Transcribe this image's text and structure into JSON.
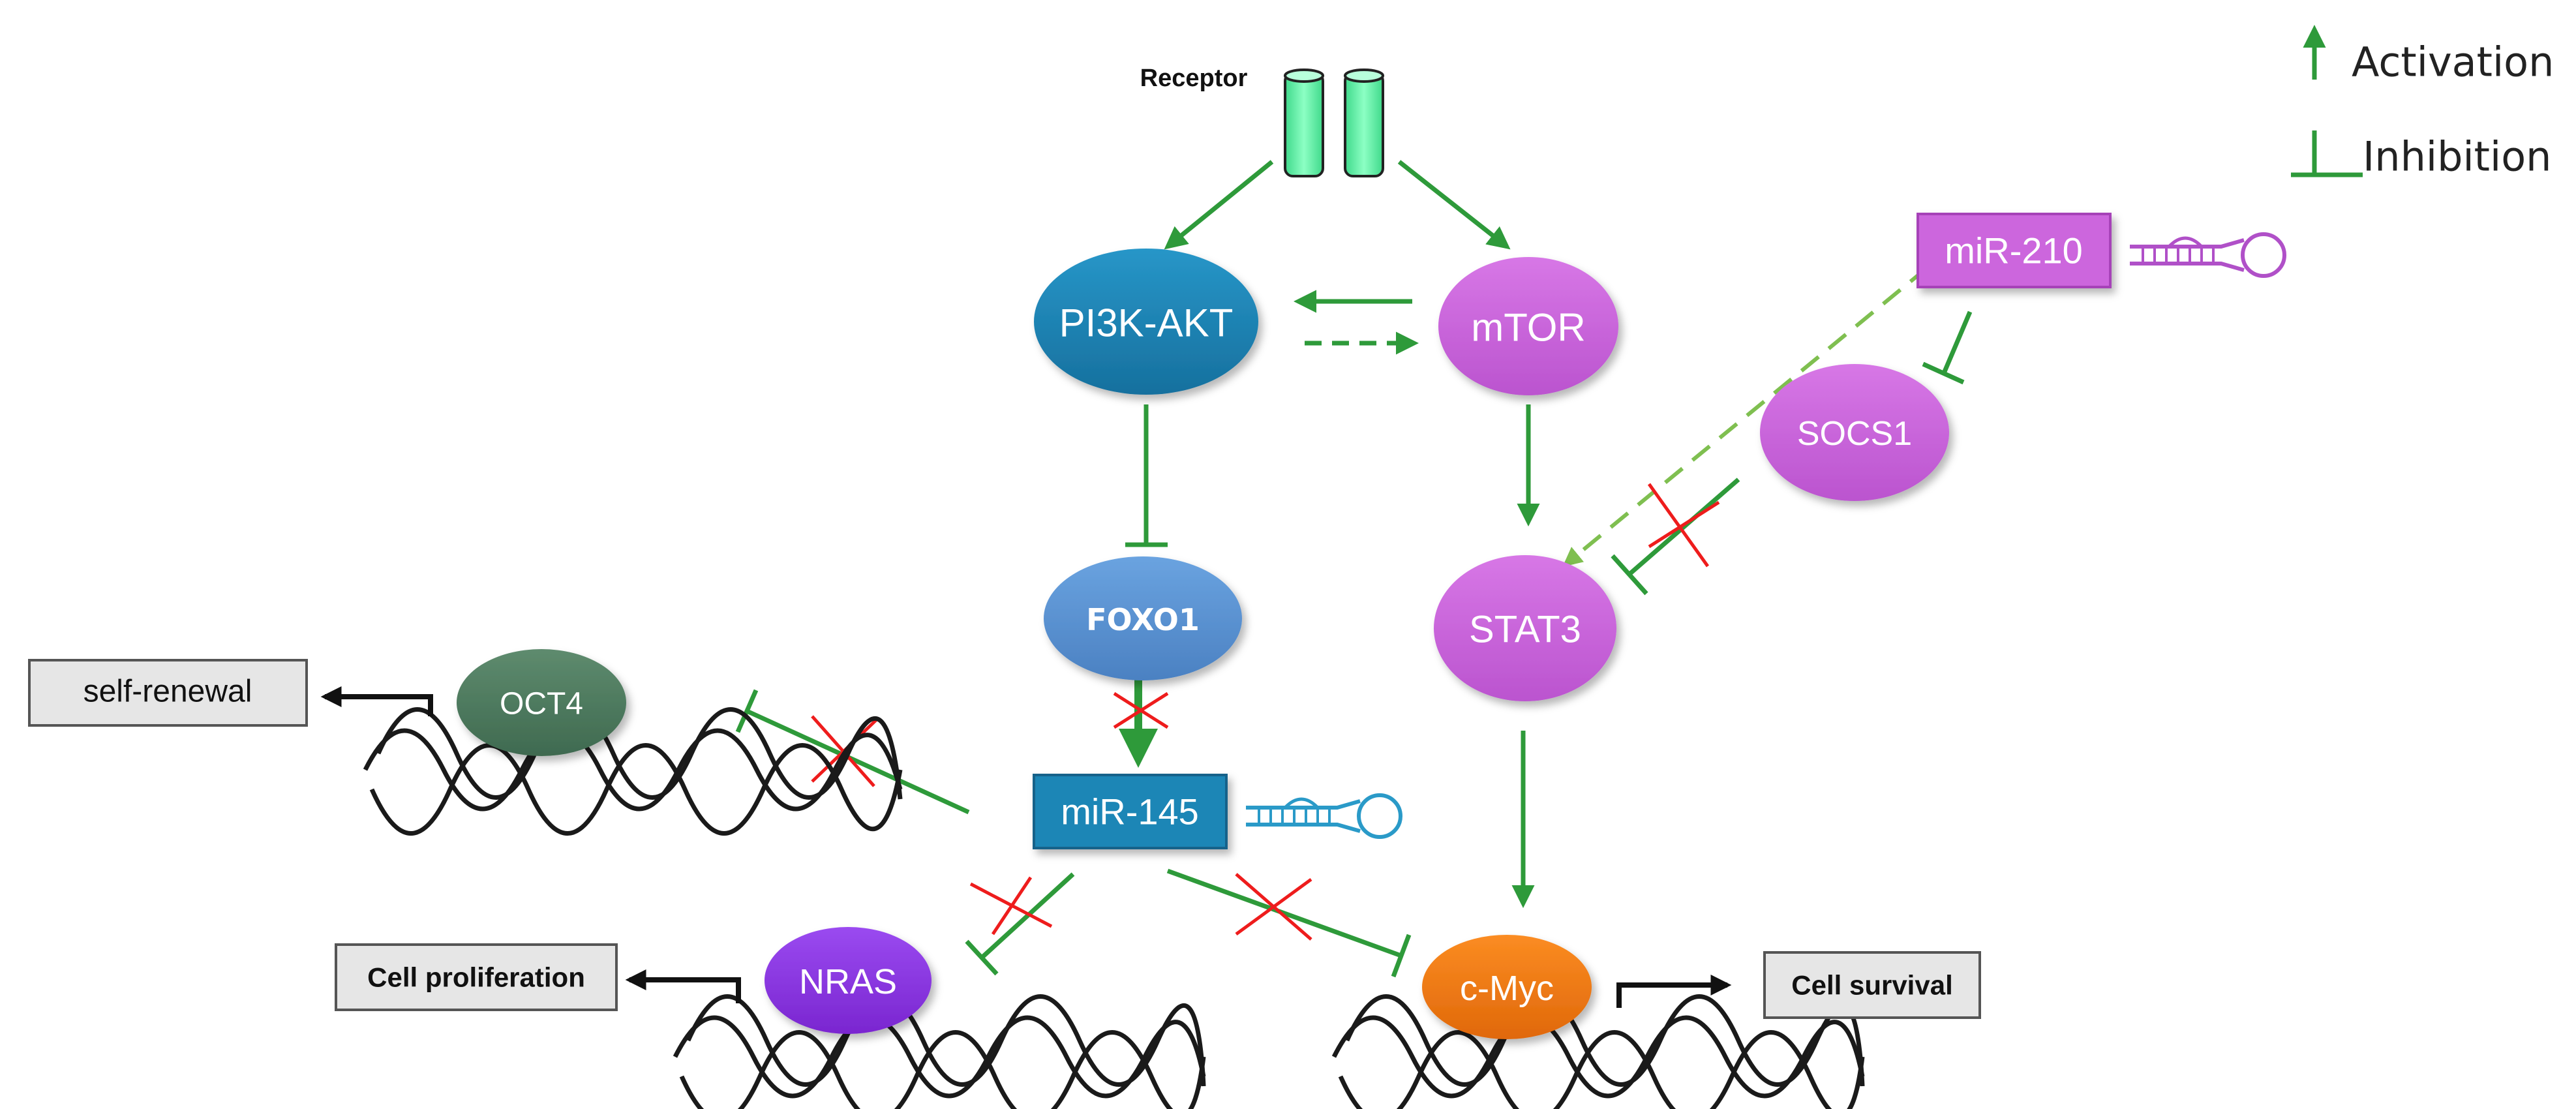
{
  "receptor": {
    "label": "Receptor"
  },
  "nodes": {
    "pi3k_akt": "PI3K-AKT",
    "mtor": "mTOR",
    "foxo1": "FOXO1",
    "stat3": "STAT3",
    "socs1": "SOCS1",
    "mir210": "miR-210",
    "mir145": "miR-145",
    "oct4": "OCT4",
    "nras": "NRAS",
    "cmyc": "c-Myc"
  },
  "outcomes": {
    "self_renewal": "self-renewal",
    "cell_proliferation": "Cell proliferation",
    "cell_survival": "Cell survival"
  },
  "legend": {
    "activation": "Activation",
    "inhibition": "Inhibition"
  },
  "colors": {
    "pi3k_blue": "#1e86b6",
    "foxo1_blue": "#5a93d3",
    "mtor_pink": "#cc66dd",
    "oct4_green": "#4e7a5e",
    "nras_purple": "#8a36e0",
    "cmyc_orange": "#f07a10",
    "arrow_green": "#2e9a3a",
    "dashed_green": "#7fbf50",
    "block_red": "#ee1c1c",
    "receptor_green": "#66f0a6"
  }
}
